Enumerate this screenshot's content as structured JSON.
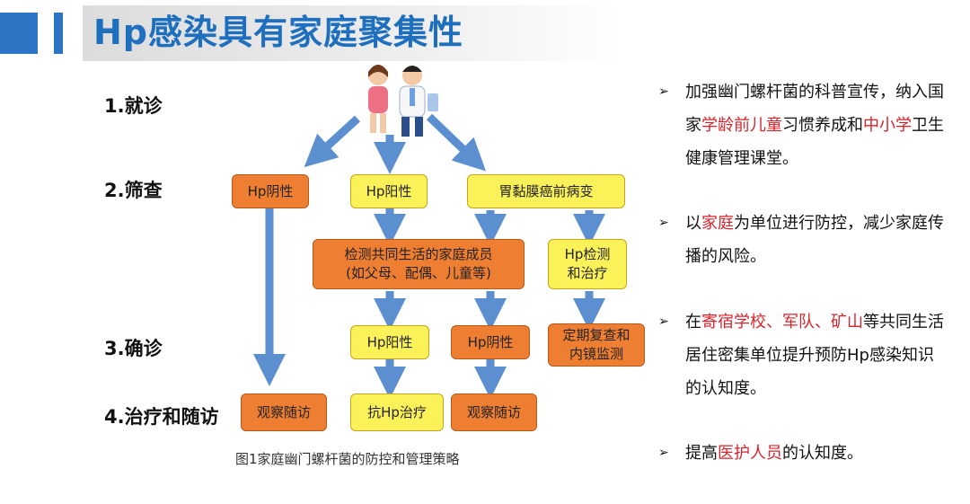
{
  "title": "Hp感染具有家庭聚集性",
  "steps": [
    "1.就诊",
    "2.筛查",
    "3.确诊",
    "4.治疗和随访"
  ],
  "flow": {
    "screen_neg": "Hp阴性",
    "screen_pos": "Hp阳性",
    "gastric": "胃黏膜癌前病变",
    "family": "检测共同生活的家庭成员\n(如父母、配偶、儿童等)",
    "hp_test": "Hp检测\n和治疗",
    "confirm_pos": "Hp阳性",
    "confirm_neg": "Hp阴性",
    "followup": "定期复查和\n内镜监测",
    "observe1": "观察随访",
    "treat": "抗Hp治疗",
    "observe2": "观察随访"
  },
  "caption": "图1家庭幽门螺杆菌的防控和管理策略",
  "bullet_mark": "➢",
  "bullets": [
    [
      {
        "t": "加强幽门螺杆菌的科普宣传，纳入国家"
      },
      {
        "t": "学龄前儿童",
        "red": true
      },
      {
        "t": "习惯养成和"
      },
      {
        "t": "中小学",
        "red": true
      },
      {
        "t": "卫生健康管理课堂。"
      }
    ],
    [
      {
        "t": "以"
      },
      {
        "t": "家庭",
        "red": true
      },
      {
        "t": "为单位进行防控，减少家庭传播的风险。"
      }
    ],
    [
      {
        "t": "在"
      },
      {
        "t": "寄宿学校、军队、矿山",
        "red": true
      },
      {
        "t": "等共同生活居住密集单位提升预防Hp感染知识的认知度。"
      }
    ],
    [
      {
        "t": "提高"
      },
      {
        "t": "医护人员",
        "red": true
      },
      {
        "t": "的认知度。"
      }
    ]
  ],
  "colors": {
    "title_blue": "#1f6fbf",
    "arrow_blue": "#5b8fd0",
    "box_orange": "#ee7f32",
    "box_yellow": "#fbf25a",
    "highlight_red": "#d8232a"
  }
}
